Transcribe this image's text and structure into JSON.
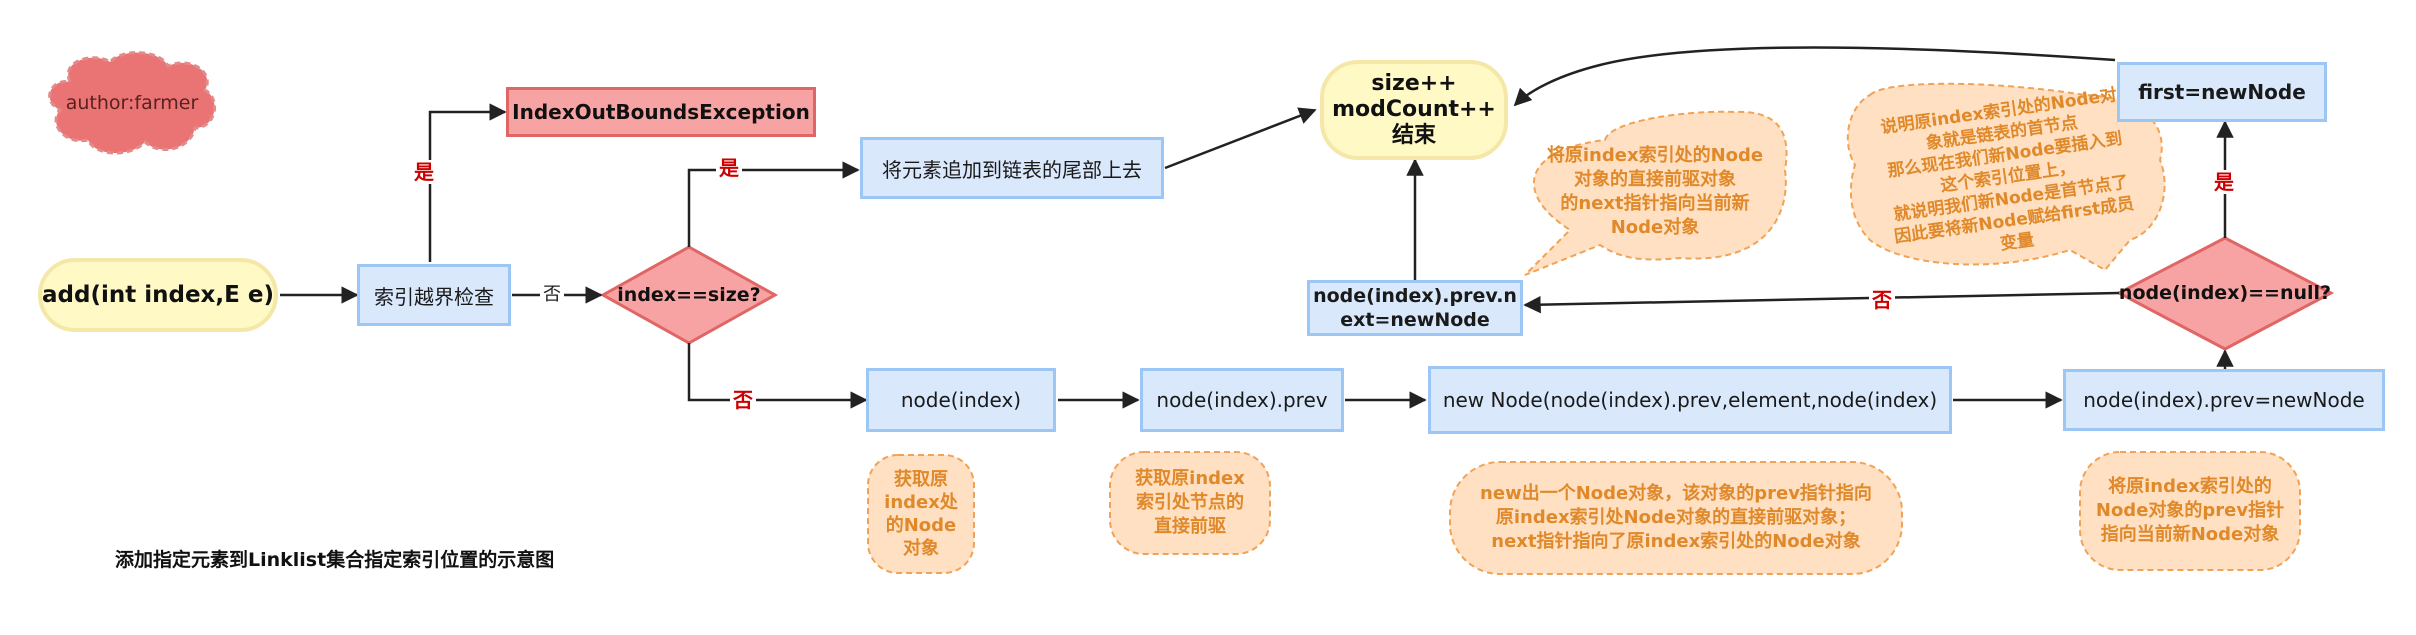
{
  "author": "author:farmer",
  "caption": "添加指定元素到Linklist集合指定索引位置的示意图",
  "nodes": {
    "start": "add(int index,E e)",
    "bounds_check": "索引越界检查",
    "exception": "IndexOutBoundsException",
    "index_eq_size": "index==size?",
    "append_tail": "将元素追加到链表的尾部上去",
    "end": "size++\nmodCount++\n结束",
    "node_index": "node(index)",
    "node_index_prev": "node(index).prev",
    "new_node": "new Node(node(index).prev,element,node(index)",
    "set_prev": "node(index).prev=newNode",
    "prev_null": "node(index)==null?",
    "first_new": "first=newNode",
    "prev_next": "node(index).prev.n\next=newNode"
  },
  "edge_labels": {
    "yes_exception": "是",
    "no_bounds": "否",
    "yes_size": "是",
    "no_size": "否",
    "yes_null": "是",
    "no_null": "否"
  },
  "notes": {
    "get_node": "获取原\nindex处\n的Node\n对象",
    "get_prev": "获取原index\n索引处节点的\n直接前驱",
    "new_node_desc": "new出一个Node对象，该对象的prev指针指向\n原index索引处Node对象的直接前驱对象；\nnext指针指向了原index索引处的Node对象",
    "prev_pointer": "将原index索引处的\nNode对象的prev指针\n指向当前新Node对象",
    "next_pointer": "将原index索引处的Node\n对象的直接前驱对象\n的next指针指向当前新\nNode对象",
    "first_desc": "说明原index索引处的Node对\n象就是链表的首节点\n那么现在我们新Node要插入到\n这个索引位置上，\n就说明我们新Node是首节点了\n因此要将新Node赋给first成员\n变量"
  },
  "colors": {
    "blue_fill": "#dae8fc",
    "red_fill": "#f8a3a3",
    "yellow_fill": "#fff9c6",
    "note_fill": "#ffe0c2",
    "note_text": "#e0892a",
    "edge_label_red": "#cc0000",
    "cloud_fill": "#ea7474"
  }
}
